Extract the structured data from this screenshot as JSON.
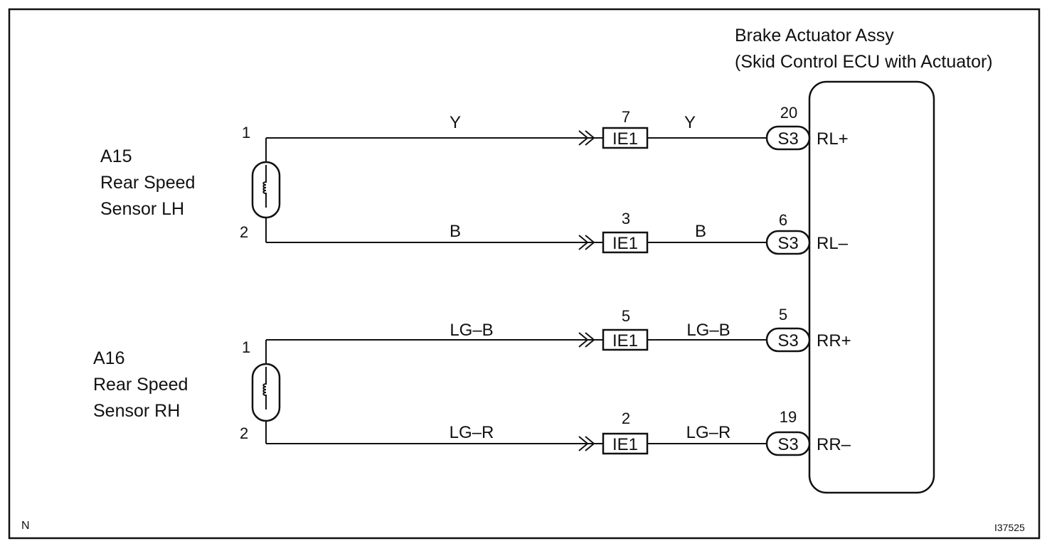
{
  "ecu": {
    "title_line1": "Brake Actuator Assy",
    "title_line2": "(Skid Control ECU with Actuator)"
  },
  "sensor_lh": {
    "code": "A15",
    "name_line1": "Rear Speed",
    "name_line2": "Sensor LH",
    "pin_top": "1",
    "pin_bottom": "2"
  },
  "sensor_rh": {
    "code": "A16",
    "name_line1": "Rear Speed",
    "name_line2": "Sensor RH",
    "pin_top": "1",
    "pin_bottom": "2"
  },
  "circuits": [
    {
      "wire_left": "Y",
      "junction_pin": "7",
      "junction": "IE1",
      "wire_right": "Y",
      "ecu_pin": "20",
      "connector": "S3",
      "terminal": "RL+"
    },
    {
      "wire_left": "B",
      "junction_pin": "3",
      "junction": "IE1",
      "wire_right": "B",
      "ecu_pin": "6",
      "connector": "S3",
      "terminal": "RL–"
    },
    {
      "wire_left": "LG–B",
      "junction_pin": "5",
      "junction": "IE1",
      "wire_right": "LG–B",
      "ecu_pin": "5",
      "connector": "S3",
      "terminal": "RR+"
    },
    {
      "wire_left": "LG–R",
      "junction_pin": "2",
      "junction": "IE1",
      "wire_right": "LG–R",
      "ecu_pin": "19",
      "connector": "S3",
      "terminal": "RR–"
    }
  ],
  "footer": {
    "corner_letter": "N",
    "figure_id": "I37525"
  }
}
